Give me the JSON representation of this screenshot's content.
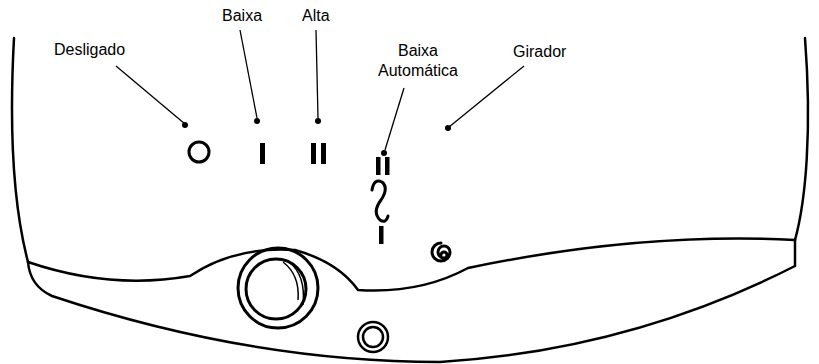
{
  "diagram": {
    "labels": [
      "Desligado",
      "Baixa",
      "Alta",
      "Baixa Automática",
      "Girador"
    ]
  }
}
